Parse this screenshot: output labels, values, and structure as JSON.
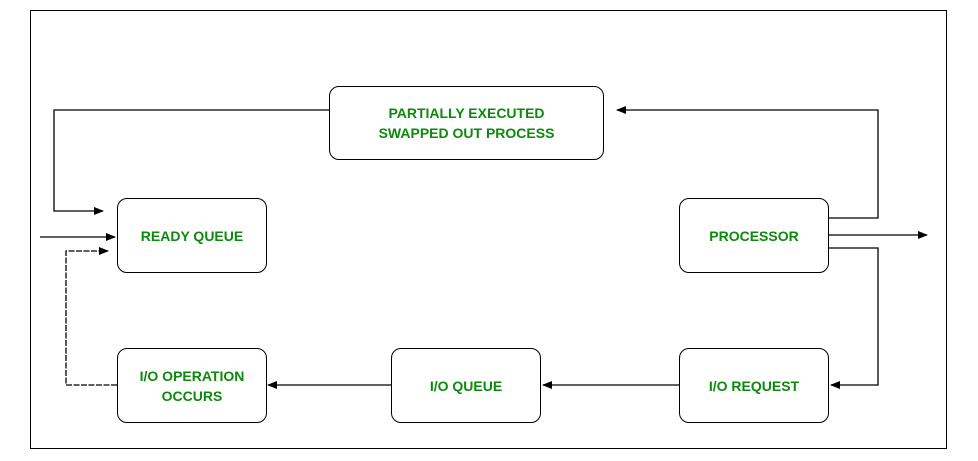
{
  "colors": {
    "label": "#0b8a0b",
    "stroke": "#000000",
    "background": "#ffffff"
  },
  "nodes": {
    "partially_executed": {
      "line1": "PARTIALLY EXECUTED",
      "line2": "SWAPPED OUT PROCESS"
    },
    "ready_queue": {
      "label": "READY QUEUE"
    },
    "processor": {
      "label": "PROCESSOR"
    },
    "io_operation": {
      "line1": "I/O OPERATION",
      "line2": "OCCURS"
    },
    "io_queue": {
      "label": "I/O QUEUE"
    },
    "io_request": {
      "label": "I/O REQUEST"
    }
  }
}
